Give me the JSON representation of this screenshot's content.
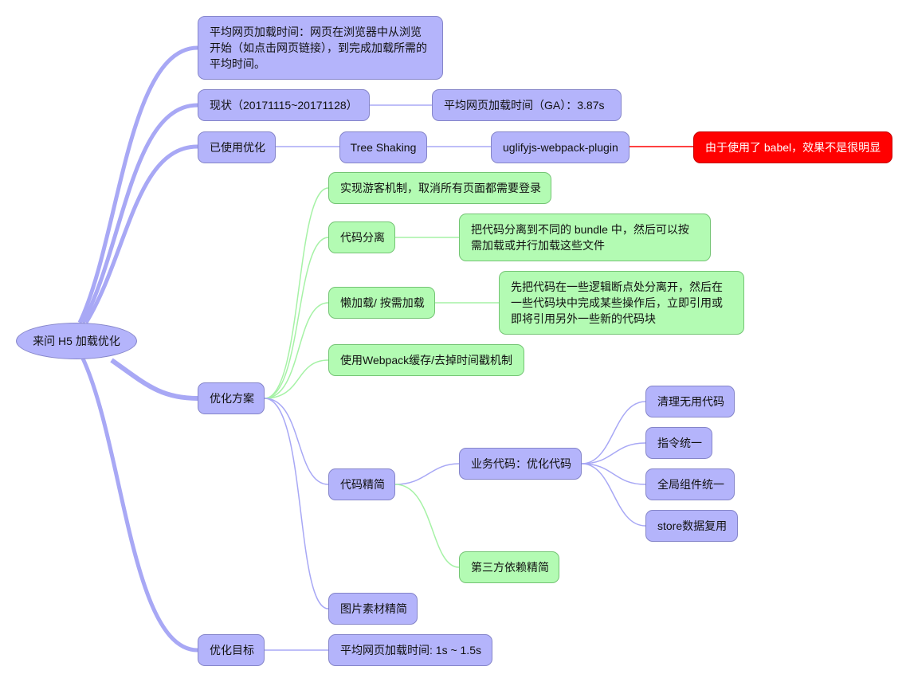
{
  "root": {
    "label": "来问 H5 加载优化"
  },
  "definition": {
    "label": "平均网页加载时间：网页在浏览器中从浏览开始（如点击网页链接），到完成加载所需的平均时间。"
  },
  "status": {
    "label": "现状（20171115~20171128）",
    "metric": "平均网页加载时间（GA）：3.87s"
  },
  "used": {
    "label": "已使用优化",
    "tree_shaking": "Tree Shaking",
    "uglify": "uglifyjs-webpack-plugin",
    "note": "由于使用了 babel，效果不是很明显"
  },
  "plan": {
    "label": "优化方案",
    "guest": "实现游客机制，取消所有页面都需要登录",
    "split": "代码分离",
    "split_desc": "把代码分离到不同的 bundle 中，然后可以按需加载或并行加载这些文件",
    "lazy": "懒加载/ 按需加载",
    "lazy_desc": "先把代码在一些逻辑断点处分离开，然后在一些代码块中完成某些操作后，立即引用或即将引用另外一些新的代码块",
    "cache": "使用Webpack缓存/去掉时间戳机制",
    "slim": "代码精简",
    "business": "业务代码：优化代码",
    "b1": "清理无用代码",
    "b2": "指令统一",
    "b3": "全局组件统一",
    "b4": "store数据复用",
    "third": "第三方依赖精简",
    "images": "图片素材精简"
  },
  "goal": {
    "label": "优化目标",
    "value": "平均网页加载时间: 1s ~ 1.5s"
  },
  "colors": {
    "purple_node": "#b4b4fb",
    "green_node": "#b3fbb3",
    "red_node": "#ff0000",
    "purple_link": "#a8a8f5",
    "green_link": "#a6f2a6",
    "red_link": "#ff0000"
  }
}
